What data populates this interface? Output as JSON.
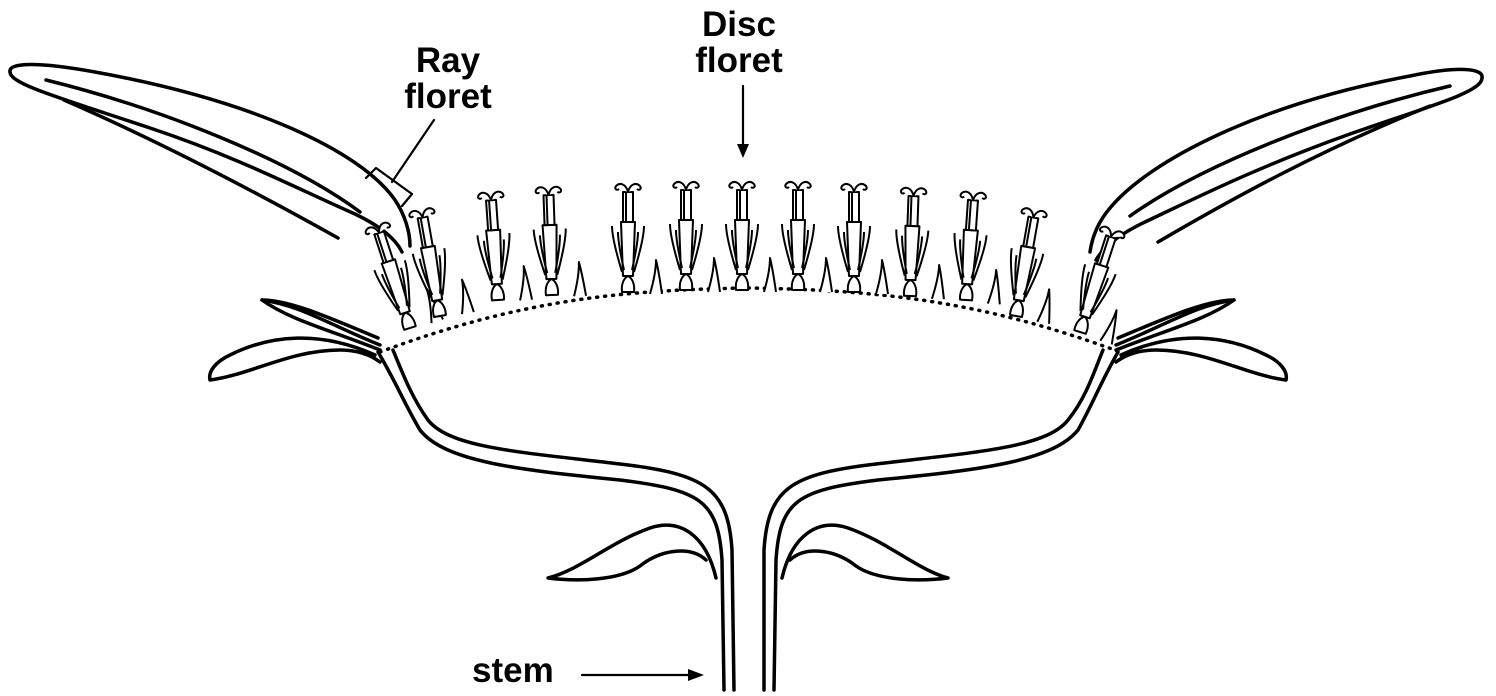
{
  "labels": {
    "ray_floret": [
      "Ray",
      "floret"
    ],
    "disc_floret": [
      "Disc",
      "floret"
    ],
    "stem": "stem"
  },
  "colors": {
    "stroke": "#000000",
    "background": "#ffffff"
  }
}
